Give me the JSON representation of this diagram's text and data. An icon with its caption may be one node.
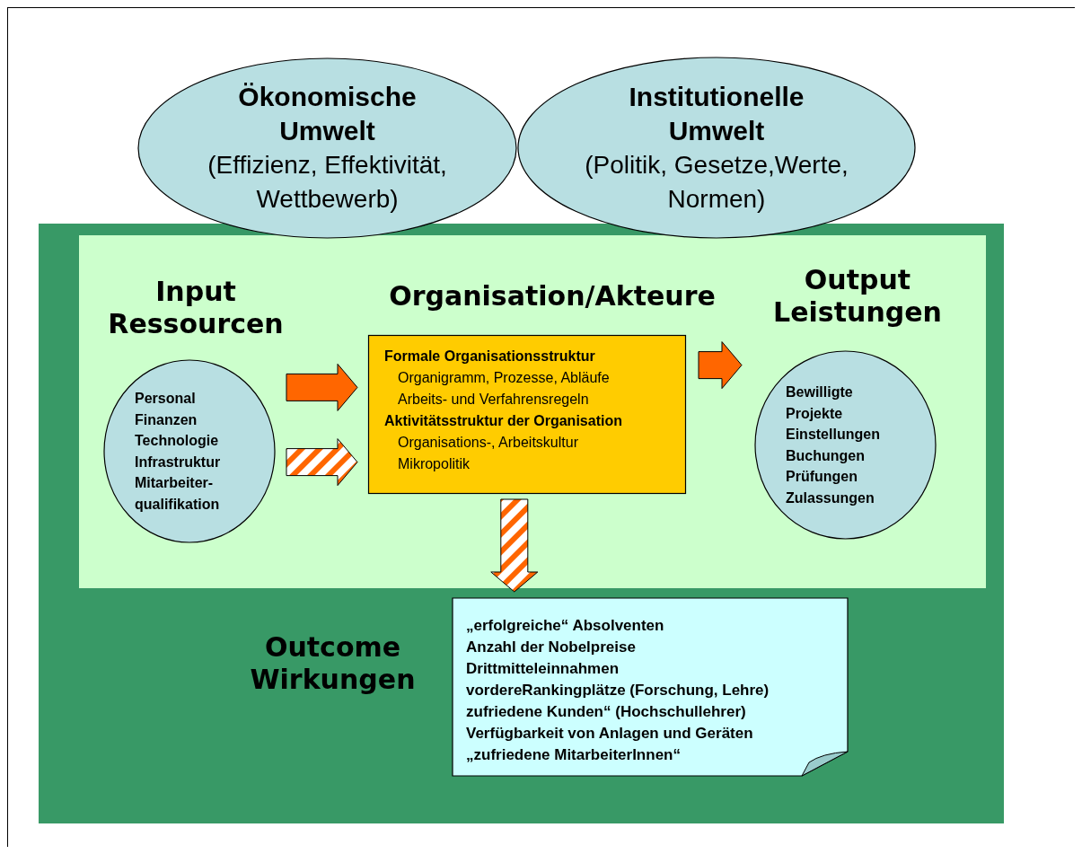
{
  "diagram": {
    "nodes": [
      {
        "text": [
          "Ökonomische Umwelt",
          "(Effizienz, Effektivität, Wettbewerb)"
        ]
      },
      {
        "text": [
          "Institutionelle Umwelt",
          "(Politik, Gesetze,Werte, Normen)"
        ]
      },
      {
        "text": [],
        "shape": "box"
      },
      {
        "text": [],
        "shape": "box",
        "in": 2
      },
      {
        "text": [
          "Input Ressourcen",
          "Personal",
          "Finanzen",
          "Technologie",
          "Infrastruktur",
          "Mitarbeiter- qualifikation"
        ],
        "in": 3
      },
      {
        "text": [
          "Organisation/Akteure",
          "Formale Organisationsstruktur",
          "Organigramm, Prozesse, Abläufe",
          "Arbeits- und Verfahrensregeln",
          "Aktivitätsstruktur der Organisation",
          "Organisations-, Arbeitskultur",
          "Mikropolitik"
        ],
        "in": 3
      },
      {
        "text": [
          "Output Leistungen",
          "Bewilligte Projekte",
          "Einstellungen",
          "Buchungen",
          "Prüfungen",
          "Zulassungen"
        ],
        "in": 3
      },
      {
        "text": [
          "„erfolgreiche“ Absolventen",
          "Anzahl der Nobelpreise",
          "Drittmitteleinnahmen",
          "vordereRankingplätze (Forschung, Lehre)",
          "zufriedene Kunden“ (Hochschullehrer)",
          "Verfügbarkeit von Anlagen und Geräten",
          "„zufriedene MitarbeiterInnen“"
        ],
        "beside": [
          "Outcome Wirkungen"
        ],
        "in": 2
      }
    ],
    "edges": [
      {
        "from": 4,
        "to": 5,
        "arrow": "to"
      },
      {
        "from": 4,
        "to": 5,
        "arrow": "to",
        "style": "dashed"
      },
      {
        "from": 5,
        "to": 6,
        "arrow": "to"
      },
      {
        "from": 5,
        "to": 7,
        "arrow": "to",
        "style": "dashed"
      }
    ]
  }
}
